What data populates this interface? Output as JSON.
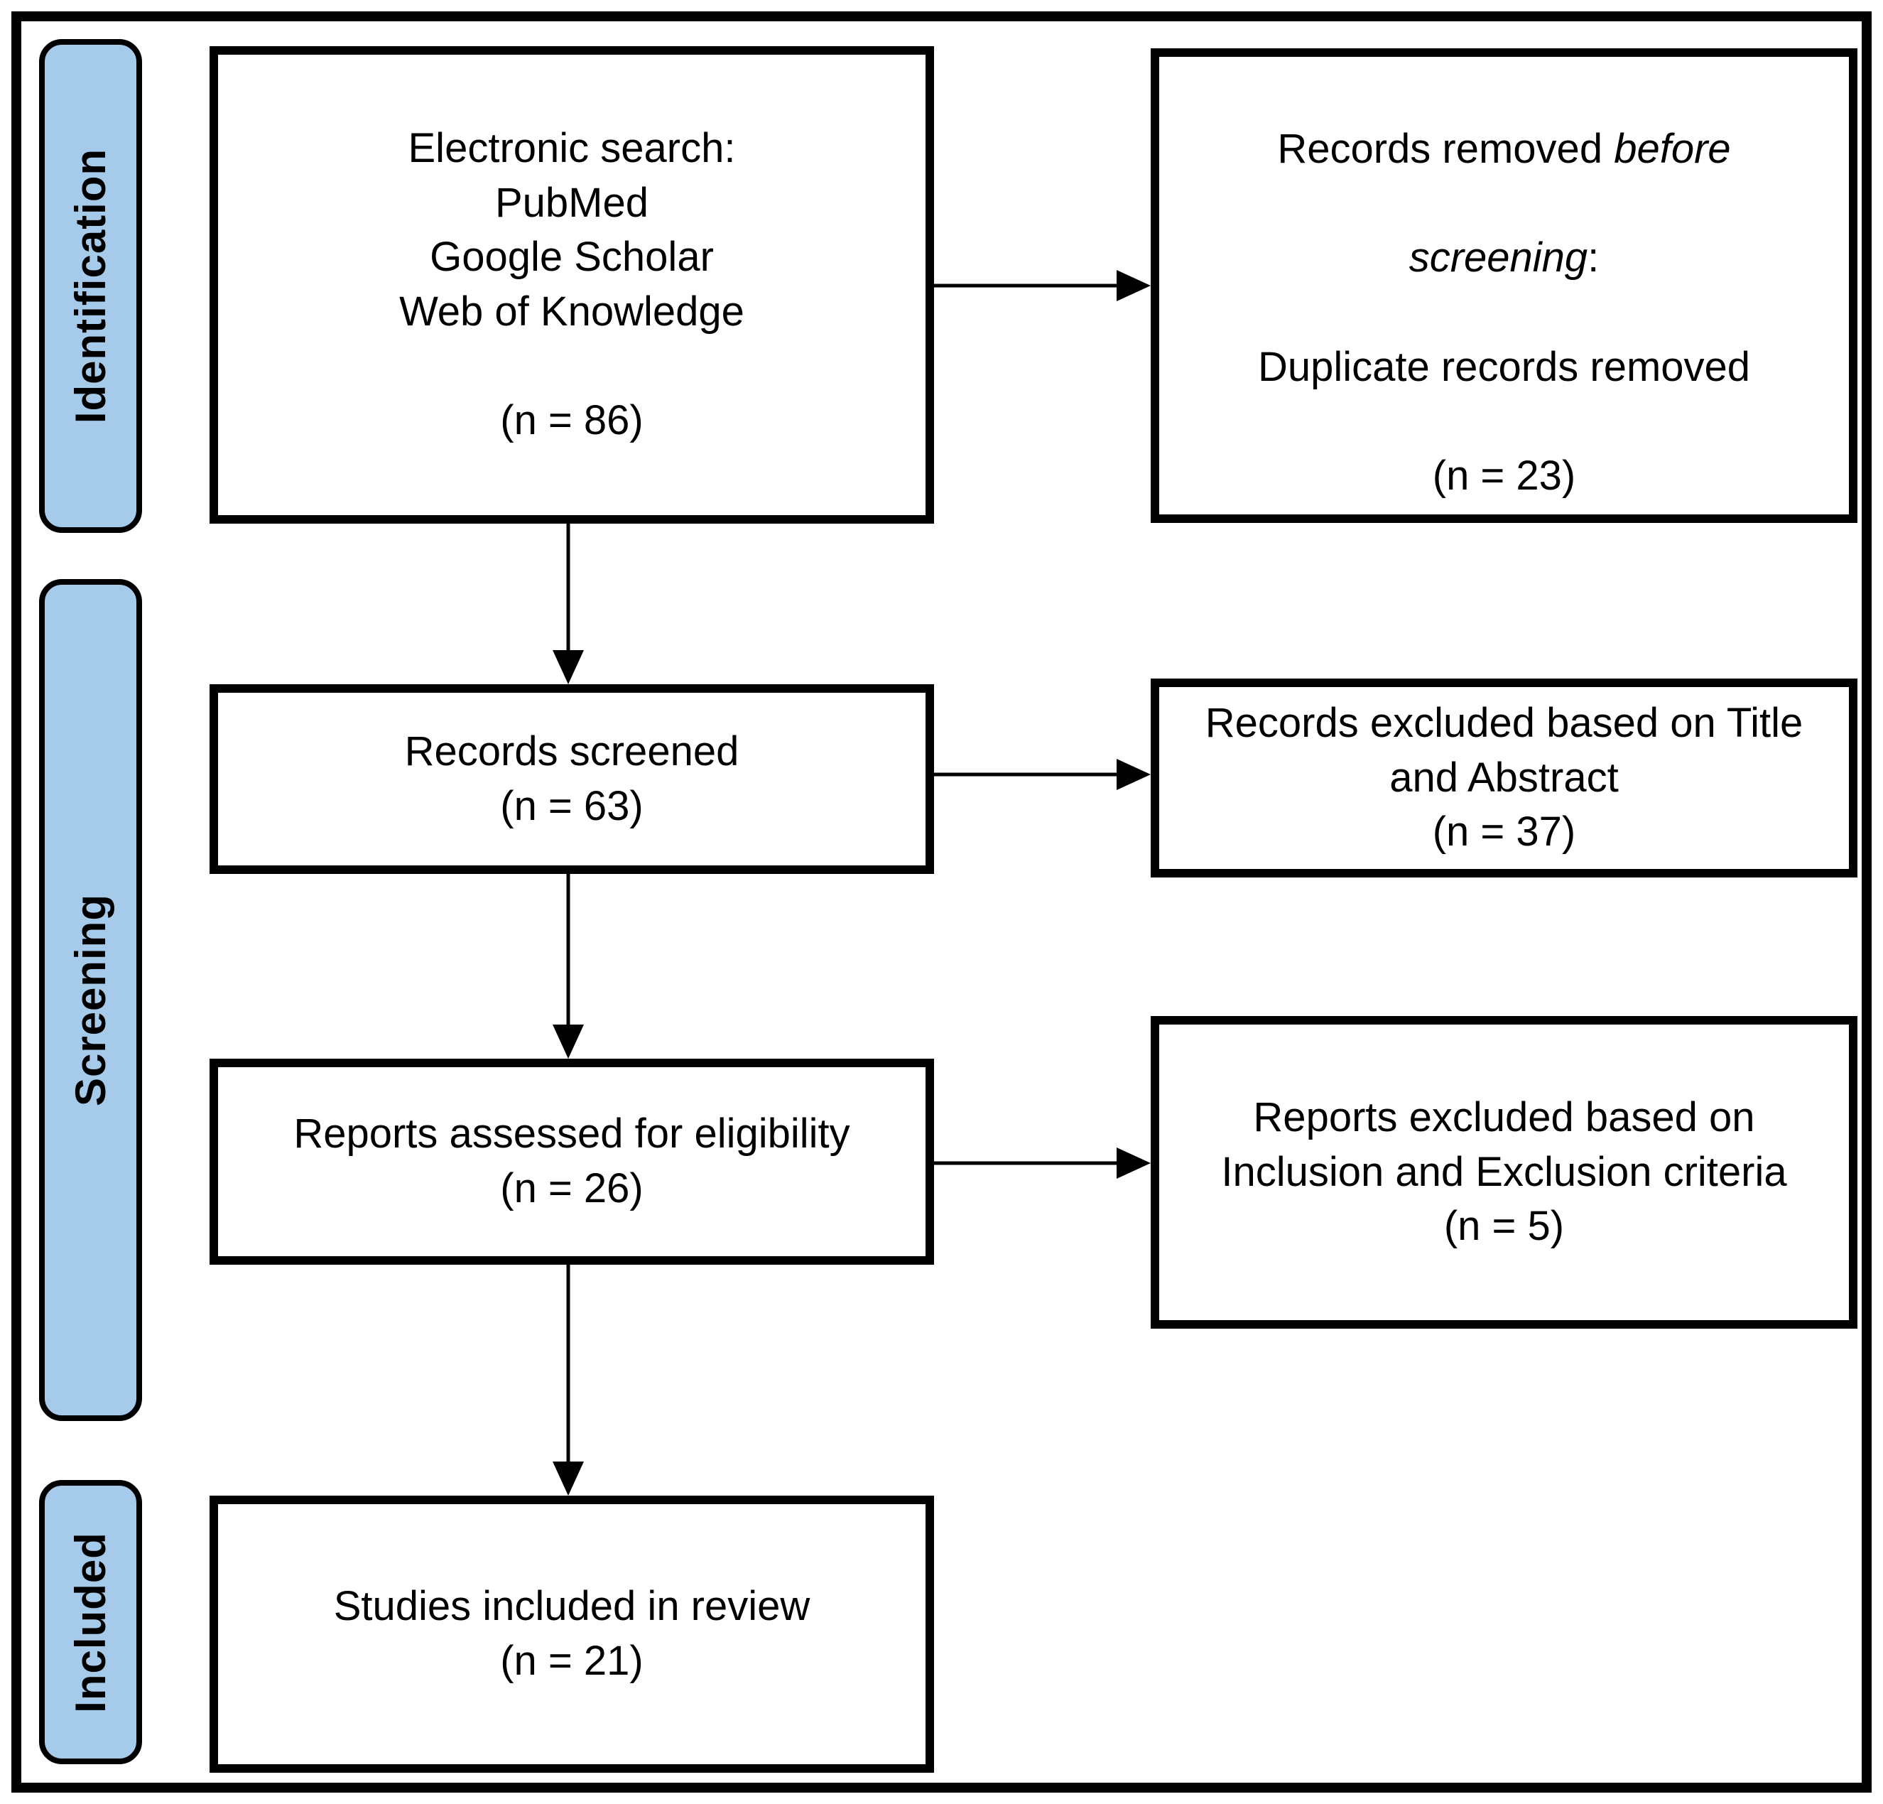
{
  "colors": {
    "stage_fill": "#A6CAE9",
    "line": "#000000",
    "background": "#FFFFFF"
  },
  "stages": [
    {
      "label": "Identification"
    },
    {
      "label": "Screening"
    },
    {
      "label": "Included"
    }
  ],
  "boxes": {
    "search": {
      "text": "Electronic search:\nPubMed\nGoogle Scholar\nWeb of Knowledge\n\n(n = 86)"
    },
    "removed": {
      "text_start": "Records removed ",
      "italic_line1": "before",
      "italic_line2": "screening",
      "colon": ":",
      "line3": "Duplicate records removed",
      "count": "(n = 23)"
    },
    "screened": {
      "text": "Records screened\n(n = 63)"
    },
    "excluded_title_abstract": {
      "text": "Records excluded based on Title\nand Abstract\n(n = 37)"
    },
    "assessed": {
      "text": "Reports assessed for eligibility\n(n = 26)"
    },
    "excluded_criteria": {
      "text": "Reports excluded based on\nInclusion and Exclusion criteria\n(n = 5)"
    },
    "included_review": {
      "text": "Studies included in review\n(n = 21)"
    }
  }
}
